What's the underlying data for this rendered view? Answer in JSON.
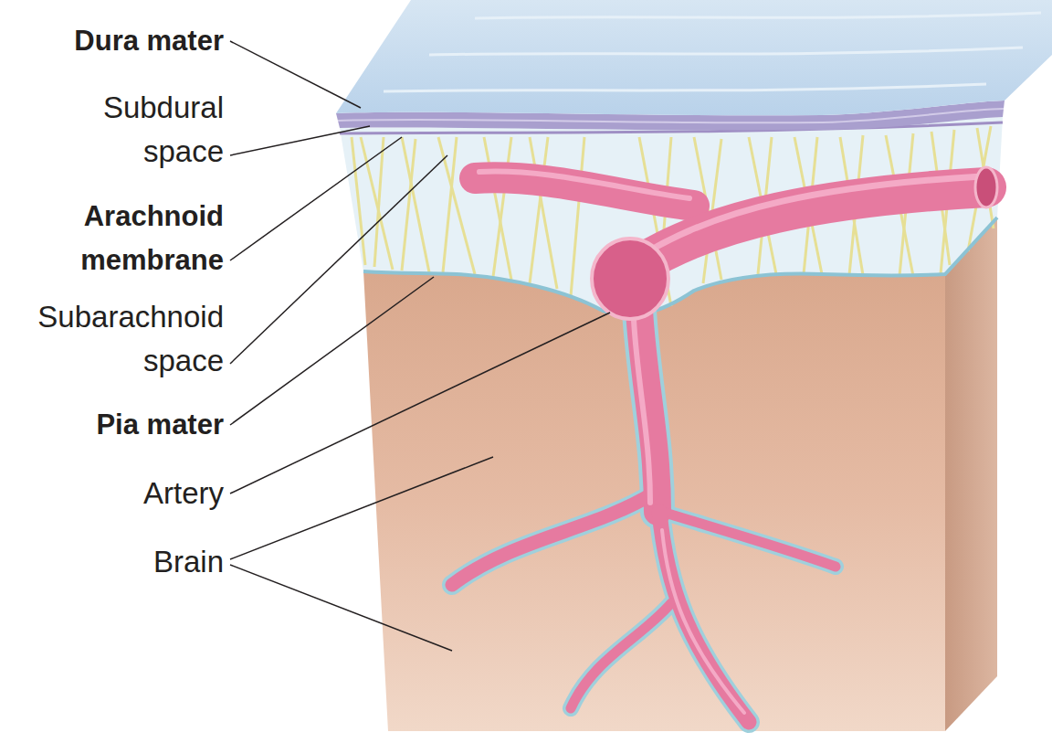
{
  "diagram": {
    "labels": [
      "Dura mater",
      "Subdural space",
      "Arachnoid membrane",
      "Subarachnoid space",
      "Pia mater",
      "Artery",
      "Brain"
    ]
  }
}
